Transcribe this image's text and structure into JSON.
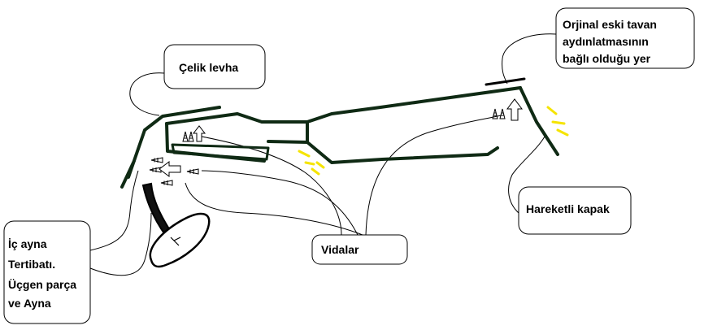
{
  "labels": {
    "celik_levha": [
      "Çelik levha"
    ],
    "orjinal_tavan": [
      "Orjinal eski tavan",
      "aydınlatmasının",
      "bağlı olduğu yer"
    ],
    "hareketli_kapak": [
      "Hareketli kapak"
    ],
    "vidalar": [
      "Vidalar"
    ],
    "ic_ayna": [
      "İç ayna",
      "Tertibatı.",
      "Üçgen parça",
      "ve Ayna"
    ]
  },
  "colors": {
    "frame": "#0f2a14",
    "line": "#000000",
    "highlight": "#f5e400",
    "box_border": "#000000"
  },
  "icons": [
    "screw-icon",
    "up-arrow-icon",
    "left-arrow-icon",
    "mirror-icon"
  ]
}
